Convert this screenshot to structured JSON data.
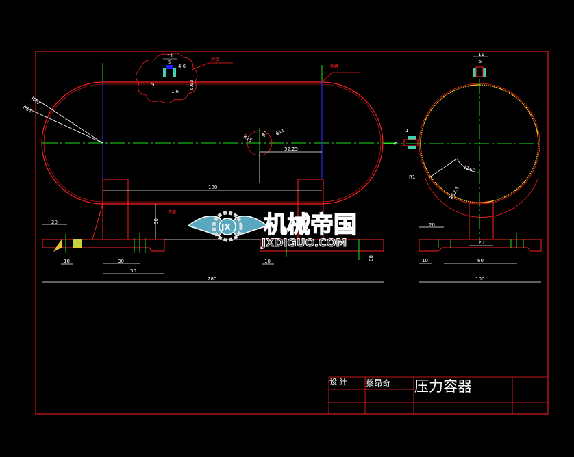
{
  "colors": {
    "background": "#000000",
    "outline": "#ff2020",
    "center_line": "#20e020",
    "hidden": "#2020ff",
    "dimension": "#ffffff",
    "shell": "#f0c020",
    "watermark": "#5aa8c0"
  },
  "front_view": {
    "dims": {
      "r_outer": "R49",
      "r_inner": "R51",
      "nozzle_w": "11",
      "nozzle_inner": "5",
      "nozzle_t": "4.6",
      "nozzle_h": "2",
      "nozzle_b": "1.6",
      "nozzle_depth": "6.63",
      "hole_r": "R15",
      "hole_d1": "ϕ7",
      "hole_d2": "ϕ11",
      "hole_offset": "52.25",
      "support_span": "180",
      "support_h": "30",
      "left_w": "20",
      "left_slot": "10",
      "base_inner": "30",
      "base_outer": "50",
      "right_slot": "10",
      "right_h": "88",
      "total_len": "280"
    },
    "leaders": {
      "nozzle_note": "焊接",
      "end_note": "焊缝",
      "support_note": "支座"
    }
  },
  "side_view": {
    "dims": {
      "top_w": "11",
      "top_inner": "5",
      "side_t": "1",
      "side_h": "5",
      "pad_r": "R1",
      "angle": "116°",
      "pad_len": "R52.5",
      "base_left": "20",
      "post_w": "20",
      "bolt_span": "60",
      "edge": "10",
      "total_w": "100"
    }
  },
  "title_block": {
    "design_label": "设 计",
    "designer": "蔡昂奇",
    "drawing_title": "压力容器"
  },
  "watermark": {
    "logo_text": "JX",
    "brand_cn": "机械帝国",
    "brand_url": "JXDIGUO.COM"
  }
}
